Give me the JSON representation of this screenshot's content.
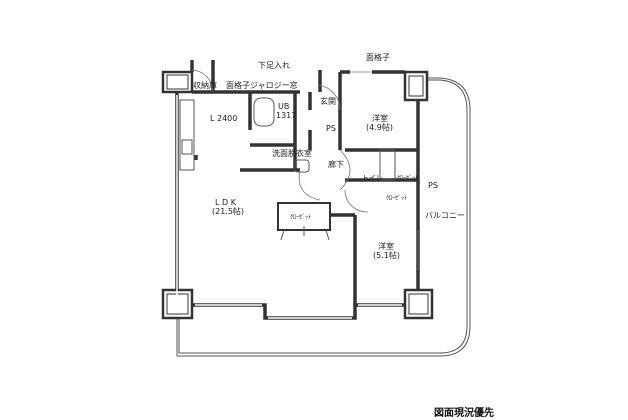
{
  "labels": {
    "storage": "収納庫",
    "window_jalousie": "面格子ジャロジー窓",
    "shoe_storage": "下足入れ",
    "window_grille": "面格子",
    "entrance": "玄関",
    "unit_bath": "UB",
    "unit_bath_size": "1317",
    "ps_top": "PS",
    "kitchen_length": "L  2400",
    "bedroom1": "洋室",
    "bedroom1_size": "(4.9帖)",
    "washroom": "洗面脱衣室",
    "hallway": "廊下",
    "toilet": "トイレ",
    "closet_top": "ｸﾛｰｾﾞｯﾄ",
    "closet_mid": "ｸﾛｰｾﾞｯﾄ",
    "ps_right": "PS",
    "balcony": "バルコニー",
    "ldk": "L D K",
    "ldk_size": "(21.5帖)",
    "closet_ldk": "ｸﾛｰｾﾞｯﾄ",
    "bedroom2": "洋室",
    "bedroom2_size": "(5.1帖)"
  },
  "footer": "図面現況優先"
}
